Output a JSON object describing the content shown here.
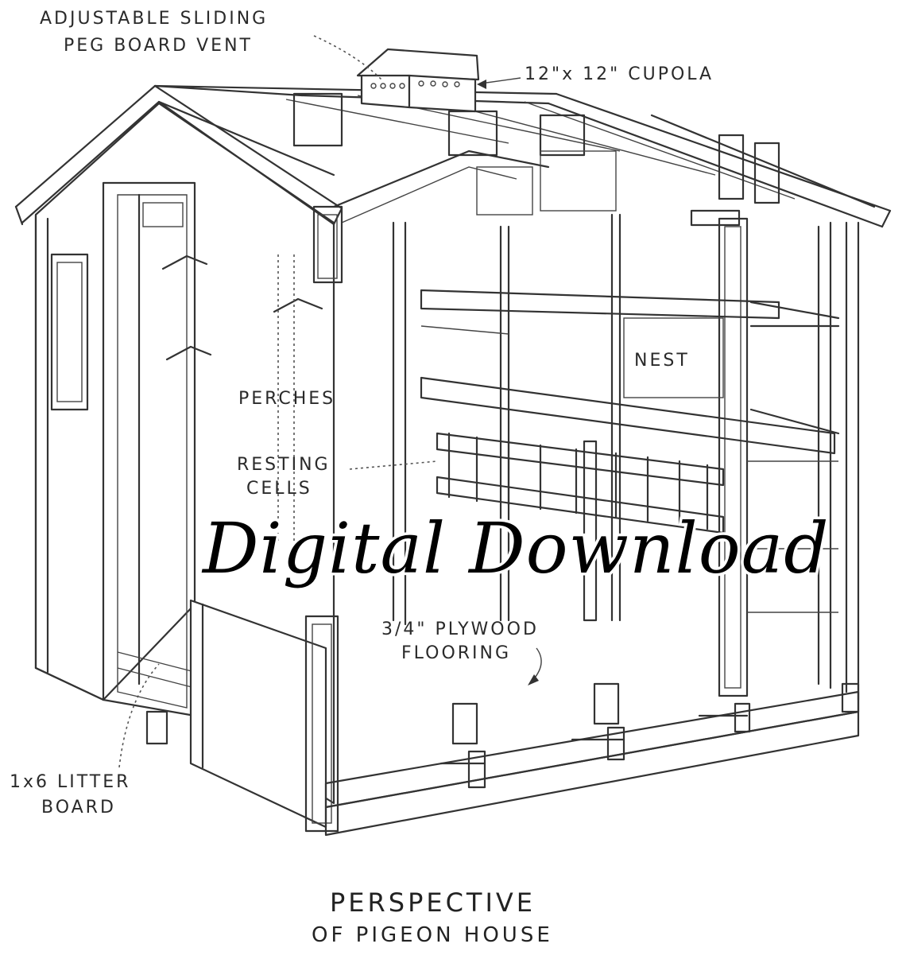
{
  "labels": {
    "vent_line1": "ADJUSTABLE SLIDING",
    "vent_line2": "PEG BOARD VENT",
    "cupola": "12\"x 12\" CUPOLA",
    "nest": "NEST",
    "perches": "PERCHES",
    "resting_line1": "RESTING",
    "resting_line2": "CELLS",
    "plywood_line1": "3/4\" PLYWOOD",
    "plywood_line2": "FLOORING",
    "litter_line1": "1x6 LITTER",
    "litter_line2": "BOARD"
  },
  "caption": {
    "line1": "PERSPECTIVE",
    "line2": "OF PIGEON HOUSE"
  },
  "watermark": "Digital Download",
  "colors": {
    "ink": "#333333",
    "background": "#ffffff",
    "watermark": "#000000"
  }
}
